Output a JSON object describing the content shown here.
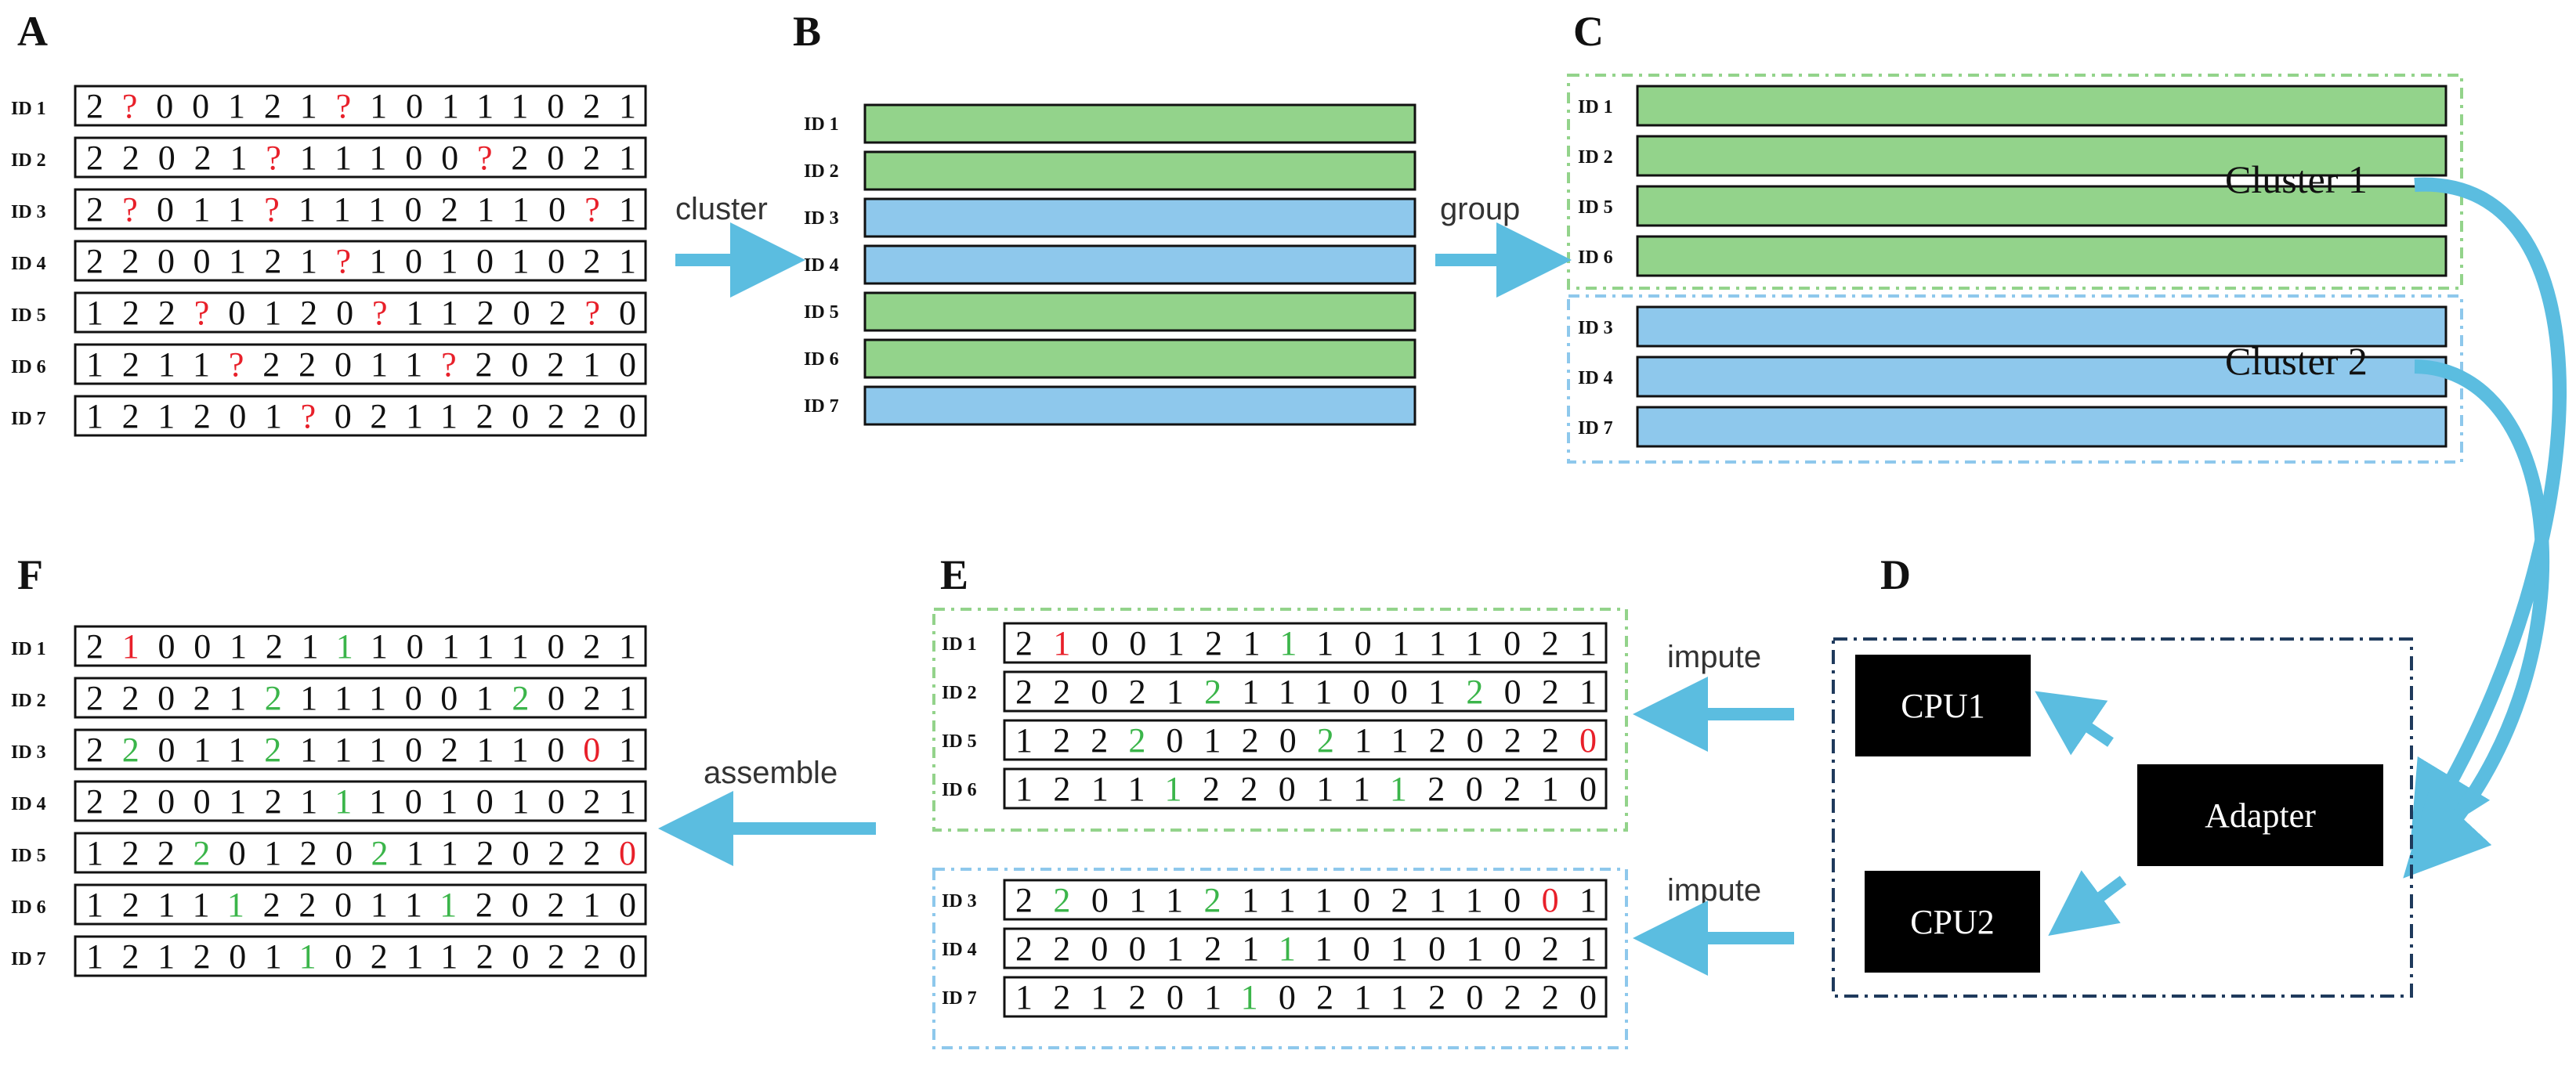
{
  "colors": {
    "missing": "#e8202a",
    "imputed": "#3bb54a",
    "normal": "#111111",
    "cluster1_fill": "#93d38b",
    "cluster2_fill": "#8ec8ec",
    "arrow": "#5bbde0",
    "processor_fill": "#000000",
    "machine_border": "#1f3a5c"
  },
  "panels": {
    "A": "A",
    "B": "B",
    "C": "C",
    "D": "D",
    "E": "E",
    "F": "F"
  },
  "steps": {
    "cluster": "cluster",
    "group": "group",
    "impute_top": "impute",
    "impute_bottom": "impute",
    "assemble": "assemble"
  },
  "cluster_labels": [
    "Cluster 1",
    "Cluster 2"
  ],
  "machine": {
    "adapter": "Adapter",
    "cpu1": "CPU1",
    "cpu2": "CPU2"
  },
  "panel_a": {
    "rows": [
      {
        "id": "ID 1",
        "seq": "2?0012 1?101110 21"
      },
      {
        "id": "ID 2",
        "seq": "22021?11100?2021"
      },
      {
        "id": "ID 3",
        "seq": "2?011?1110211 0?1"
      },
      {
        "id": "ID 4",
        "seq": "2200121?1010 1021"
      },
      {
        "id": "ID 5",
        "seq": "122?0120?11202?0"
      },
      {
        "id": "ID 6",
        "seq": "1211?22011?20210"
      },
      {
        "id": "ID 7",
        "seq": "121201?021120220"
      }
    ]
  },
  "panel_b": {
    "rows": [
      {
        "id": "ID 1",
        "cluster": 1
      },
      {
        "id": "ID 2",
        "cluster": 1
      },
      {
        "id": "ID 3",
        "cluster": 2
      },
      {
        "id": "ID 4",
        "cluster": 2
      },
      {
        "id": "ID 5",
        "cluster": 1
      },
      {
        "id": "ID 6",
        "cluster": 1
      },
      {
        "id": "ID 7",
        "cluster": 2
      }
    ]
  },
  "panel_c": {
    "group1": [
      {
        "id": "ID 1",
        "cluster": 1
      },
      {
        "id": "ID 2",
        "cluster": 1
      },
      {
        "id": "ID 5",
        "cluster": 1
      },
      {
        "id": "ID 6",
        "cluster": 1
      }
    ],
    "group2": [
      {
        "id": "ID 3",
        "cluster": 2
      },
      {
        "id": "ID 4",
        "cluster": 2
      },
      {
        "id": "ID 7",
        "cluster": 2
      }
    ]
  },
  "panel_e": {
    "group1": [
      {
        "id": "ID 1",
        "seq": "2100121110111021",
        "marks": "0r00000g00000000"
      },
      {
        "id": "ID 2",
        "seq": "2202121110012021",
        "marks": "00000g000000g000"
      },
      {
        "id": "ID 5",
        "seq": "1222012021120220",
        "marks": "000g0000g000000r0"
      },
      {
        "id": "ID 6",
        "seq": "1211122011120210",
        "marks": "0000g00000g00000"
      }
    ],
    "group2": [
      {
        "id": "ID 3",
        "seq": "2201121110211001",
        "marks": "0g000g00000000r0"
      },
      {
        "id": "ID 4",
        "seq": "2200121110101021",
        "marks": "0000000g00000000"
      },
      {
        "id": "ID 7",
        "seq": "1212011021120220",
        "marks": "000000g000000000"
      }
    ]
  },
  "panel_f": {
    "rows": [
      {
        "id": "ID 1",
        "seq": "2100121110111021",
        "marks": "0r00000g00000000"
      },
      {
        "id": "ID 2",
        "seq": "2202121110012021",
        "marks": "00000g000000g000"
      },
      {
        "id": "ID 3",
        "seq": "2201121110211001",
        "marks": "0g000g00000000r0"
      },
      {
        "id": "ID 4",
        "seq": "2200121110101021",
        "marks": "0000000g00000000"
      },
      {
        "id": "ID 5",
        "seq": "1222012021120220",
        "marks": "000g0000g000000r0"
      },
      {
        "id": "ID 6",
        "seq": "1211122011120210",
        "marks": "0000g00000g00000"
      },
      {
        "id": "ID 7",
        "seq": "1212011021120220",
        "marks": "000000g000000000"
      }
    ]
  }
}
